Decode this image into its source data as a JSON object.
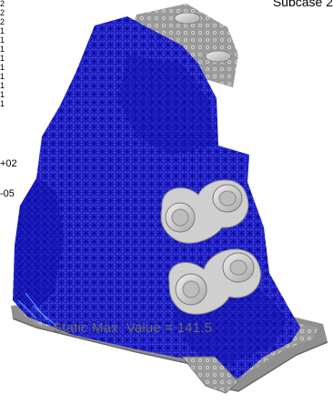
{
  "viewport": {
    "subcase_label": "Subcase 2",
    "legend_values": [
      "+02",
      "-05"
    ],
    "legend_tick_glyphs": [
      "2",
      "2",
      "2",
      "1",
      "1",
      "1",
      "1",
      "1",
      "1",
      "1",
      "1",
      "1"
    ],
    "static_max_label": "Static Max. Value = 141.5"
  },
  "colors": {
    "mesh": "#1f1fd4",
    "mesh_dark": "#0c0c9a",
    "part_gray": "#a9a9a9",
    "part_light": "#d3d3d3",
    "background": "#ffffff"
  },
  "icons": [
    "fem-mesh-wireframe",
    "bracket-part",
    "mounting-boss"
  ]
}
